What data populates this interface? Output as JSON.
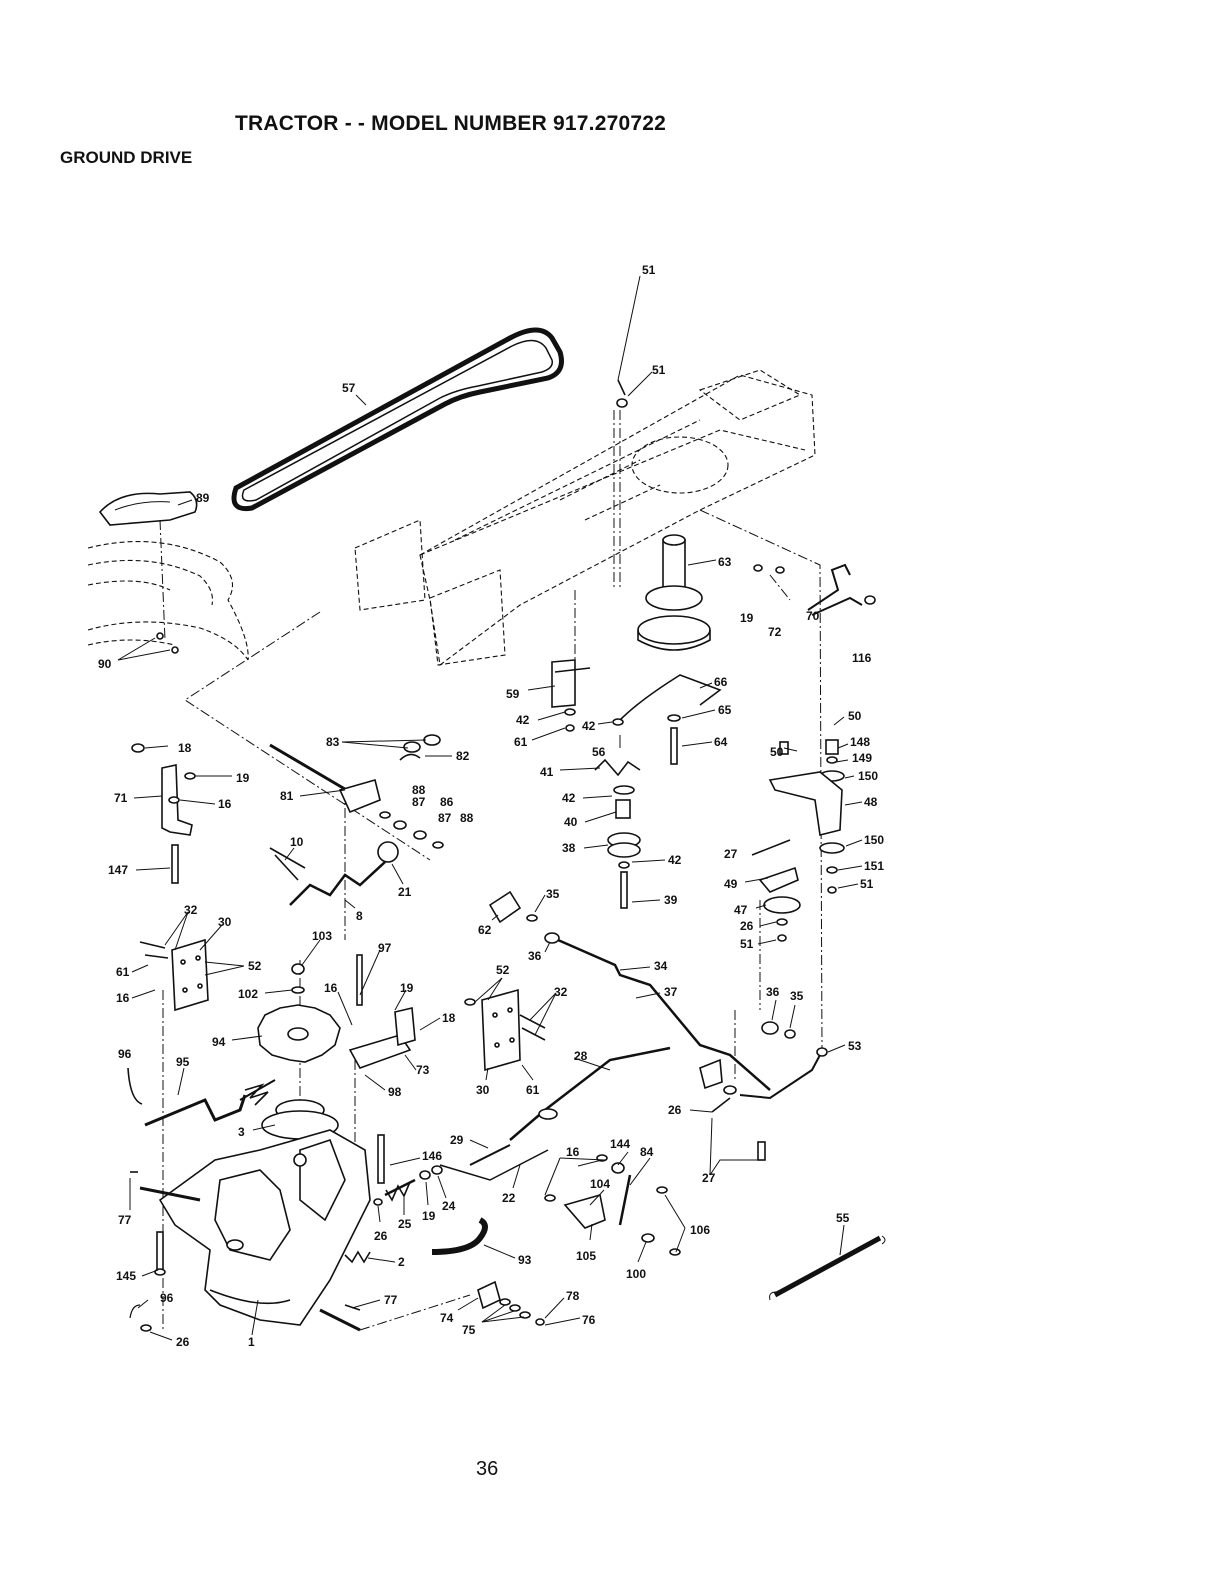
{
  "header": {
    "title": "TRACTOR - - MODEL NUMBER 917.270722",
    "subtitle": "GROUND DRIVE"
  },
  "footer": {
    "page_number": "36"
  },
  "callouts": [
    "57",
    "51",
    "51",
    "89",
    "63",
    "19",
    "72",
    "70",
    "116",
    "90",
    "59",
    "42",
    "61",
    "42",
    "56",
    "66",
    "65",
    "64",
    "18",
    "19",
    "71",
    "16",
    "83",
    "82",
    "81",
    "88",
    "87",
    "86",
    "87",
    "88",
    "41",
    "42",
    "40",
    "50",
    "148",
    "149",
    "150",
    "50",
    "48",
    "27",
    "150",
    "151",
    "51",
    "49",
    "47",
    "26",
    "51",
    "38",
    "42",
    "39",
    "147",
    "10",
    "21",
    "8",
    "35",
    "62",
    "36",
    "34",
    "37",
    "32",
    "30",
    "52",
    "61",
    "16",
    "103",
    "97",
    "102",
    "16",
    "19",
    "18",
    "94",
    "73",
    "98",
    "52",
    "32",
    "30",
    "61",
    "36",
    "35",
    "53",
    "96",
    "95",
    "3",
    "28",
    "26",
    "29",
    "146",
    "144",
    "84",
    "16",
    "104",
    "27",
    "77",
    "19",
    "24",
    "25",
    "26",
    "22",
    "106",
    "55",
    "145",
    "2",
    "93",
    "105",
    "100",
    "96",
    "77",
    "78",
    "74",
    "75",
    "76",
    "26",
    "1"
  ]
}
